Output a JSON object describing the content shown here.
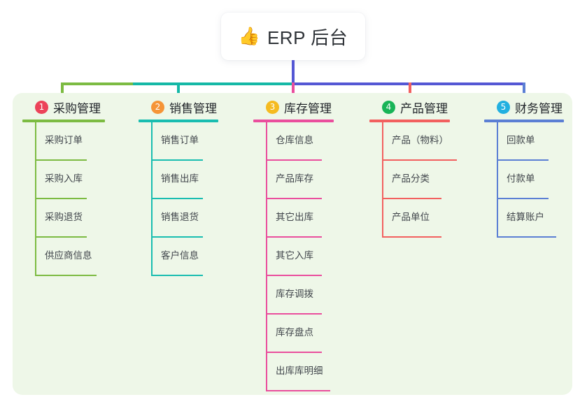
{
  "root": {
    "emoji": "👍",
    "emoji_name": "thumbs-up-icon",
    "title": "ERP 后台"
  },
  "palette": {
    "panel_bg": "#eef7e8",
    "page_bg": "#ffffff",
    "text_dark": "#22262b",
    "text_item": "#41464c",
    "bus_left_green": "#7cbb42",
    "bus_mid_teal": "#14b8a6",
    "bus_right_purple": "#5457d4",
    "stub_pink": "#ea4e9d",
    "stub_red": "#f2605f",
    "stub_blue": "#5b7fd4"
  },
  "columns": [
    {
      "number": "1",
      "title": "采购管理",
      "badge_color": "#ec4359",
      "line_color": "#7cbb42",
      "items": [
        "采购订单",
        "采购入库",
        "采购退货",
        "供应商信息"
      ]
    },
    {
      "number": "2",
      "title": "销售管理",
      "badge_color": "#f59437",
      "line_color": "#19bdb0",
      "items": [
        "销售订单",
        "销售出库",
        "销售退货",
        "客户信息"
      ]
    },
    {
      "number": "3",
      "title": "库存管理",
      "badge_color": "#f5bb20",
      "line_color": "#ea4e9d",
      "items": [
        "仓库信息",
        "产品库存",
        "其它出库",
        "其它入库",
        "库存调拨",
        "库存盘点",
        "出库库明细"
      ]
    },
    {
      "number": "4",
      "title": "产品管理",
      "badge_color": "#18b457",
      "line_color": "#f2605f",
      "items": [
        "产品（物料）",
        "产品分类",
        "产品单位"
      ]
    },
    {
      "number": "5",
      "title": "财务管理",
      "badge_color": "#22b0e0",
      "line_color": "#5b7fd4",
      "items": [
        "回款单",
        "付款单",
        "结算账户"
      ]
    }
  ]
}
